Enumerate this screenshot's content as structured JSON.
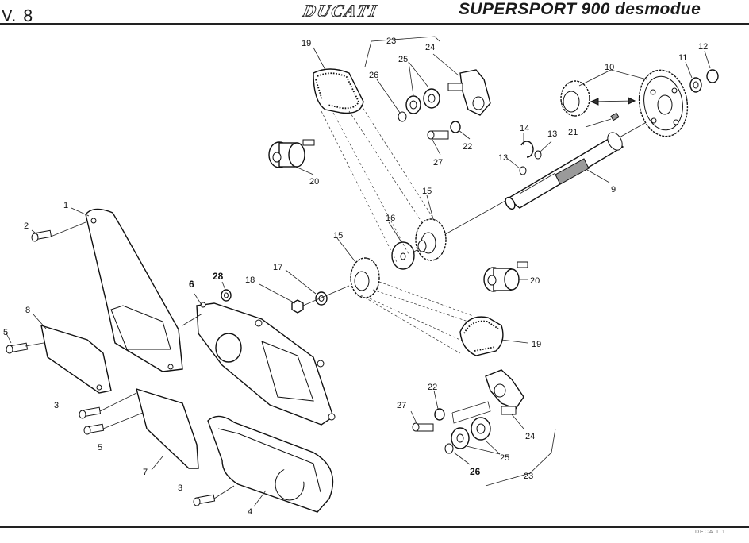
{
  "header": {
    "sheet_ref": "V. 8",
    "brand": "DUCATI",
    "model": "SUPERSPORT 900 desmodue"
  },
  "footer": {
    "code": "DECA 1 1"
  },
  "callouts": [
    {
      "id": "c1",
      "label": "1"
    },
    {
      "id": "c2",
      "label": "2"
    },
    {
      "id": "c3a",
      "label": "3"
    },
    {
      "id": "c3b",
      "label": "3"
    },
    {
      "id": "c4",
      "label": "4"
    },
    {
      "id": "c5a",
      "label": "5"
    },
    {
      "id": "c5b",
      "label": "5"
    },
    {
      "id": "c6",
      "label": "6"
    },
    {
      "id": "c7",
      "label": "7"
    },
    {
      "id": "c8",
      "label": "8"
    },
    {
      "id": "c9",
      "label": "9"
    },
    {
      "id": "c10",
      "label": "10"
    },
    {
      "id": "c11",
      "label": "11"
    },
    {
      "id": "c12",
      "label": "12"
    },
    {
      "id": "c13a",
      "label": "13"
    },
    {
      "id": "c13b",
      "label": "13"
    },
    {
      "id": "c14",
      "label": "14"
    },
    {
      "id": "c15a",
      "label": "15"
    },
    {
      "id": "c15b",
      "label": "15"
    },
    {
      "id": "c16",
      "label": "16"
    },
    {
      "id": "c17",
      "label": "17"
    },
    {
      "id": "c18",
      "label": "18"
    },
    {
      "id": "c19a",
      "label": "19"
    },
    {
      "id": "c19b",
      "label": "19"
    },
    {
      "id": "c20a",
      "label": "20"
    },
    {
      "id": "c20b",
      "label": "20"
    },
    {
      "id": "c21",
      "label": "21"
    },
    {
      "id": "c22a",
      "label": "22"
    },
    {
      "id": "c22b",
      "label": "22"
    },
    {
      "id": "c23a",
      "label": "23"
    },
    {
      "id": "c23b",
      "label": "23"
    },
    {
      "id": "c24a",
      "label": "24"
    },
    {
      "id": "c24b",
      "label": "24"
    },
    {
      "id": "c25a",
      "label": "25"
    },
    {
      "id": "c25b",
      "label": "25"
    },
    {
      "id": "c26a",
      "label": "26"
    },
    {
      "id": "c26b",
      "label": "26"
    },
    {
      "id": "c27a",
      "label": "27"
    },
    {
      "id": "c27b",
      "label": "27"
    },
    {
      "id": "c28",
      "label": "28"
    }
  ]
}
